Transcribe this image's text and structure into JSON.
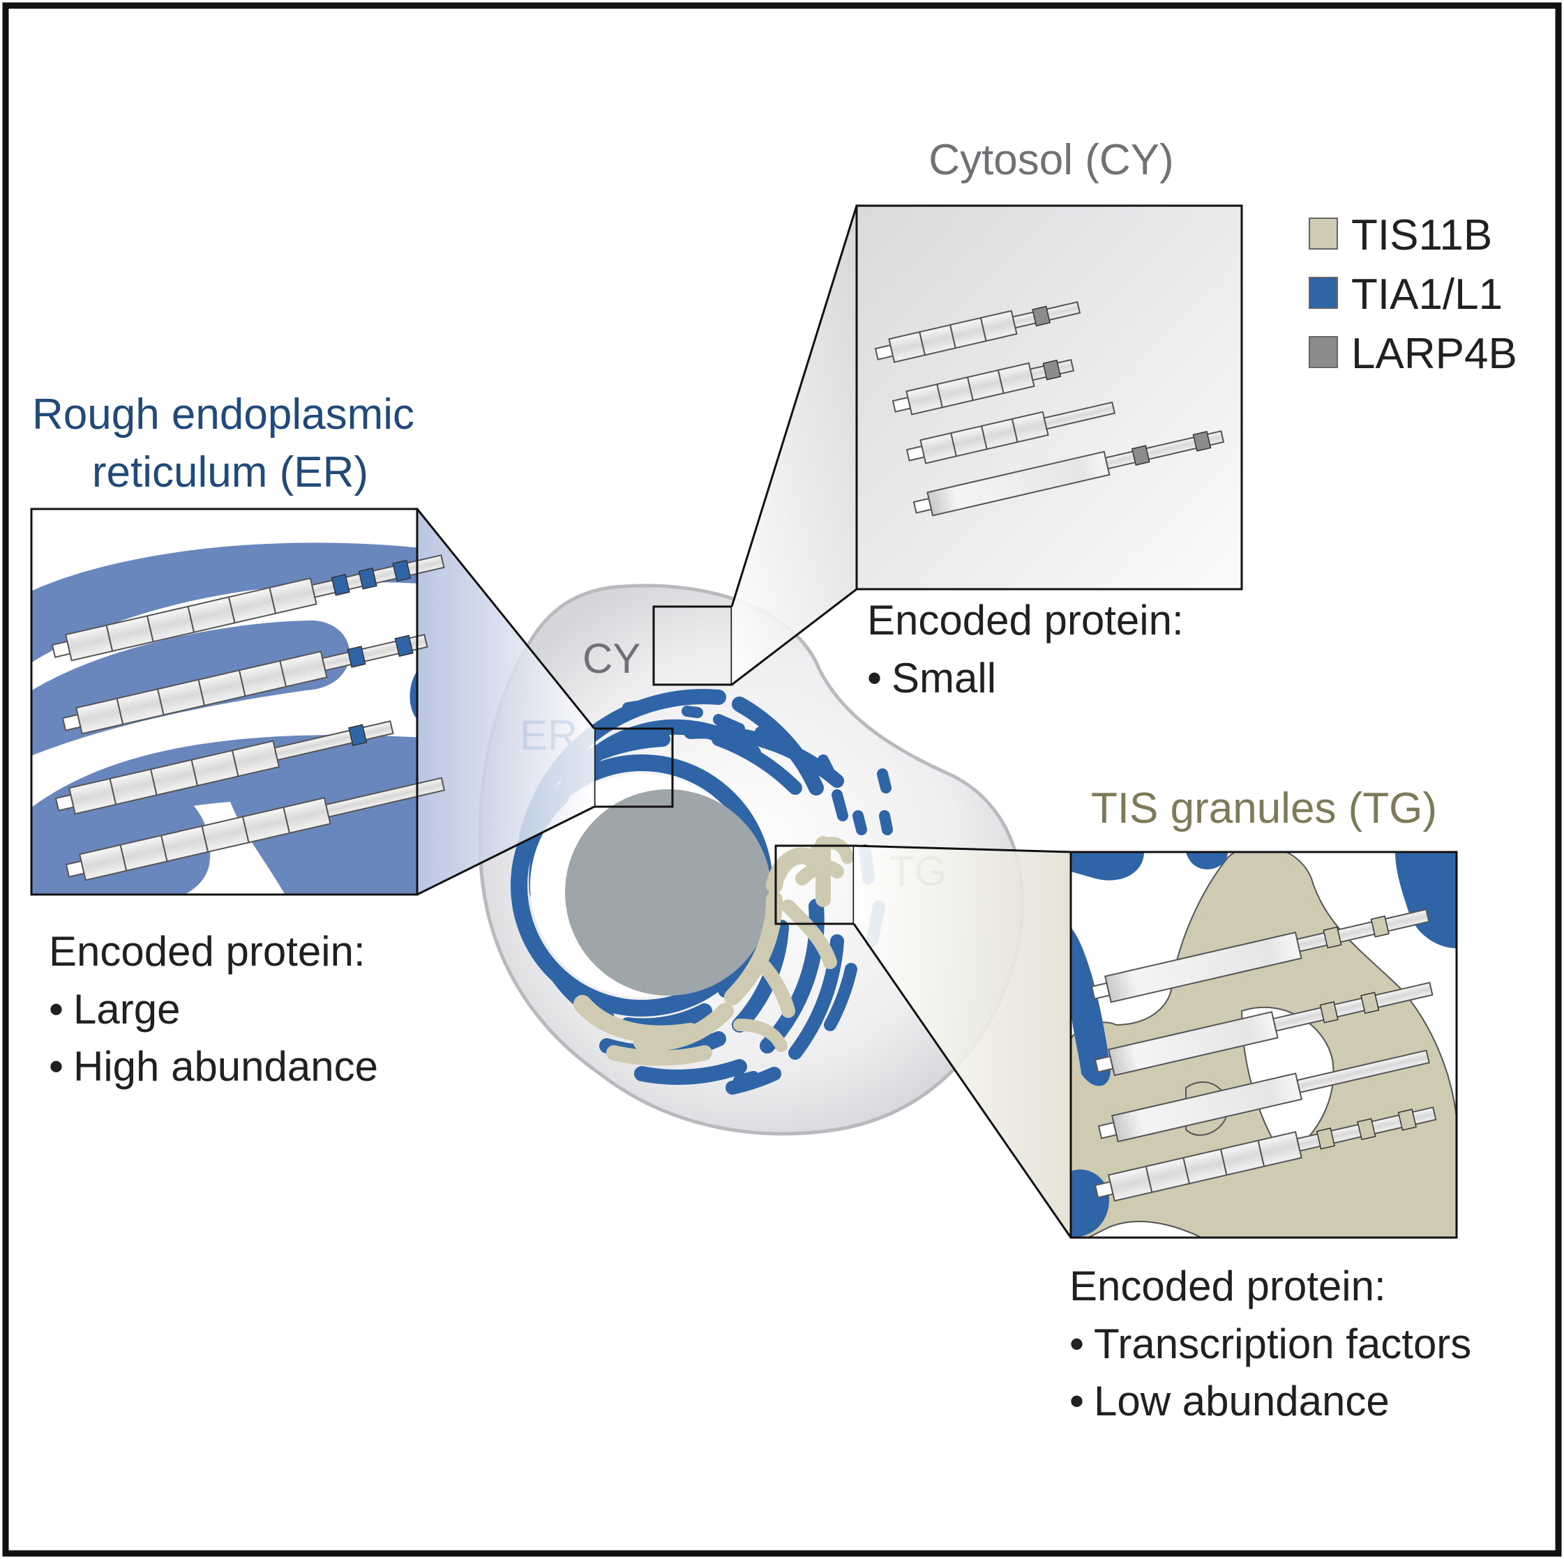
{
  "colors": {
    "er_blue": "#2f65a7",
    "er_region": "#6a87bd",
    "er_title": "#214a7a",
    "tis_tan": "#cfcbb2",
    "tis_title": "#7d7a5a",
    "tg_label": "#8f8a68",
    "larp_gray": "#8a8c8e",
    "cy_title": "#707174",
    "cell_fill": "#e0e1e3",
    "nucleus": "#9ea6aa"
  },
  "legend": [
    {
      "label": "TIS11B",
      "color": "#cfcbb2"
    },
    {
      "label": "TIA1/L1",
      "color": "#2f65a7"
    },
    {
      "label": "LARP4B",
      "color": "#8a8c8e"
    }
  ],
  "cell_labels": {
    "cy": "CY",
    "er": "ER",
    "tg": "TG"
  },
  "panels": {
    "cytosol": {
      "title": "Cytosol (CY)",
      "encoded_heading": "Encoded protein:",
      "bullets": [
        "Small"
      ]
    },
    "er": {
      "title_line1": "Rough endoplasmic",
      "title_line2": "reticulum (ER)",
      "encoded_heading": "Encoded protein:",
      "bullets": [
        "Large",
        "High abundance"
      ]
    },
    "tg": {
      "title": "TIS granules (TG)",
      "encoded_heading": "Encoded protein:",
      "bullets": [
        "Transcription factors",
        "Low abundance"
      ]
    }
  },
  "bullet_char": "•"
}
